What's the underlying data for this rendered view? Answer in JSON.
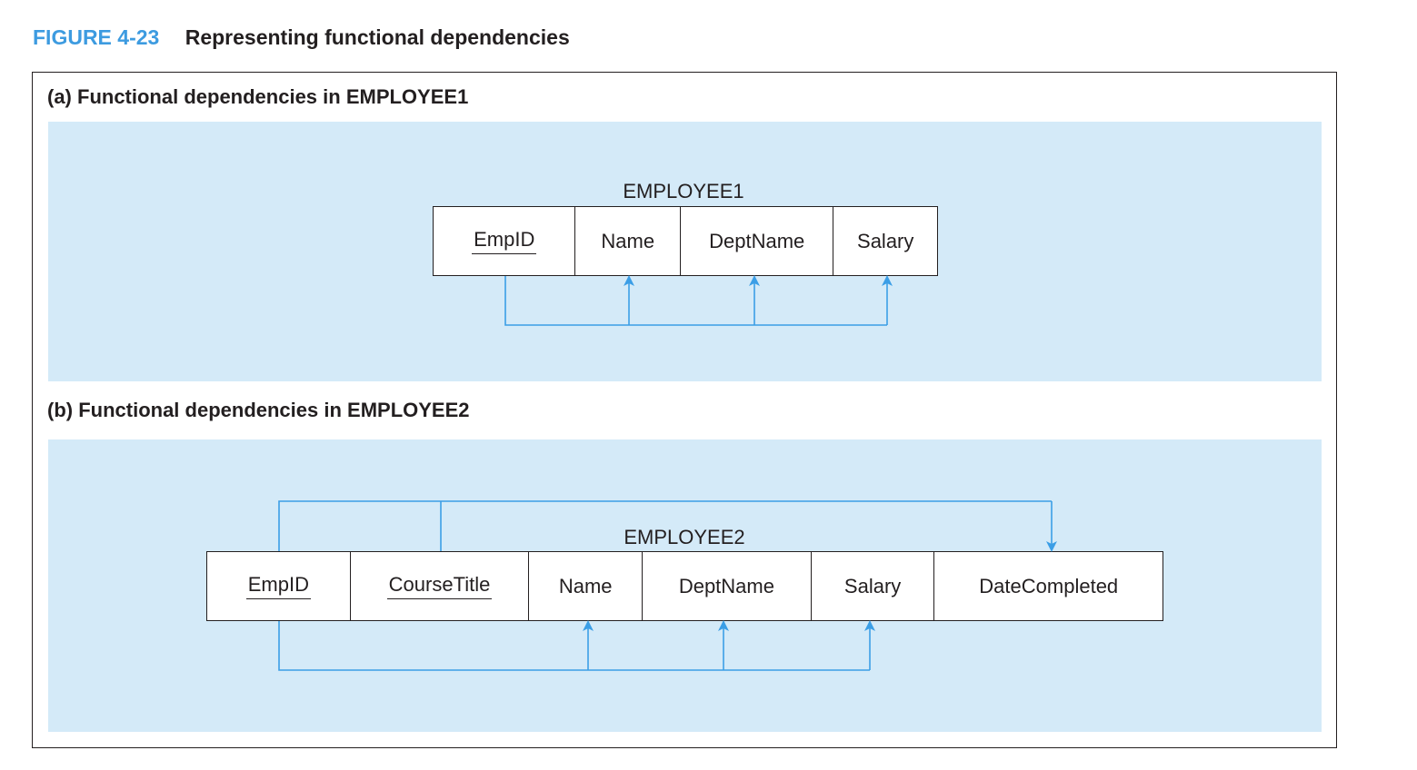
{
  "figure": {
    "number": "FIGURE 4-23",
    "title": "Representing functional dependencies"
  },
  "colors": {
    "accent": "#3d9be0",
    "panel_bg": "#d4eaf8",
    "arrow": "#3b9ee6",
    "ink": "#231f20"
  },
  "panel_a": {
    "label": "(a) Functional dependencies in EMPLOYEE1",
    "relation": {
      "name": "EMPLOYEE1",
      "attributes": [
        {
          "name": "EmpID",
          "key": true
        },
        {
          "name": "Name",
          "key": false
        },
        {
          "name": "DeptName",
          "key": false
        },
        {
          "name": "Salary",
          "key": false
        }
      ]
    },
    "dependencies": [
      {
        "from": [
          "EmpID"
        ],
        "to": [
          "Name",
          "DeptName",
          "Salary"
        ]
      }
    ]
  },
  "panel_b": {
    "label": "(b) Functional dependencies in EMPLOYEE2",
    "relation": {
      "name": "EMPLOYEE2",
      "attributes": [
        {
          "name": "EmpID",
          "key": true
        },
        {
          "name": "CourseTitle",
          "key": true
        },
        {
          "name": "Name",
          "key": false
        },
        {
          "name": "DeptName",
          "key": false
        },
        {
          "name": "Salary",
          "key": false
        },
        {
          "name": "DateCompleted",
          "key": false
        }
      ]
    },
    "dependencies": [
      {
        "from": [
          "EmpID",
          "CourseTitle"
        ],
        "to": [
          "DateCompleted"
        ]
      },
      {
        "from": [
          "EmpID"
        ],
        "to": [
          "Name",
          "DeptName",
          "Salary"
        ]
      }
    ]
  }
}
